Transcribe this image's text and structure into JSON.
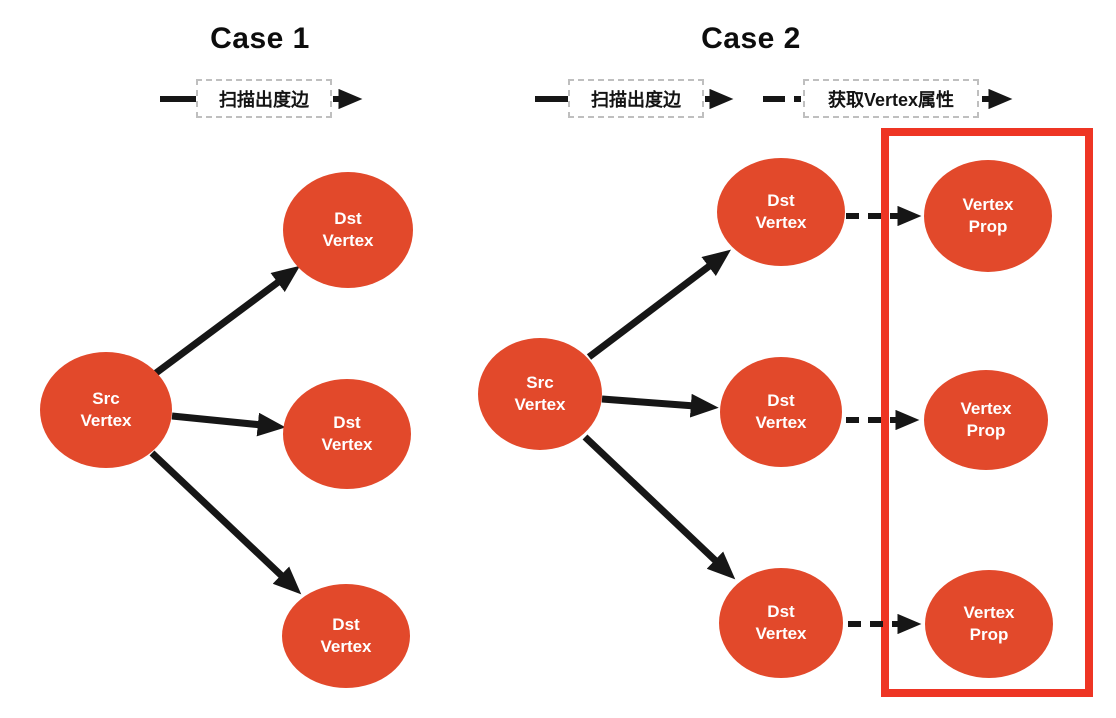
{
  "colors": {
    "node_fill": "#E2492B",
    "node_text": "#FFFFFF",
    "arrow": "#161616",
    "highlight_border": "#EE3524",
    "legend_border": "#BFBFBF"
  },
  "case1": {
    "title": "Case 1",
    "legend_solid_label": "扫描出度边",
    "src_label": "Src Vertex",
    "dst_labels": [
      "Dst Vertex",
      "Dst Vertex",
      "Dst Vertex"
    ]
  },
  "case2": {
    "title": "Case 2",
    "legend_solid_label": "扫描出度边",
    "legend_dashed_label": "获取Vertex属性",
    "src_label": "Src Vertex",
    "dst_labels": [
      "Dst Vertex",
      "Dst Vertex",
      "Dst Vertex"
    ],
    "prop_labels": [
      "Vertex Prop",
      "Vertex Prop",
      "Vertex Prop"
    ]
  }
}
